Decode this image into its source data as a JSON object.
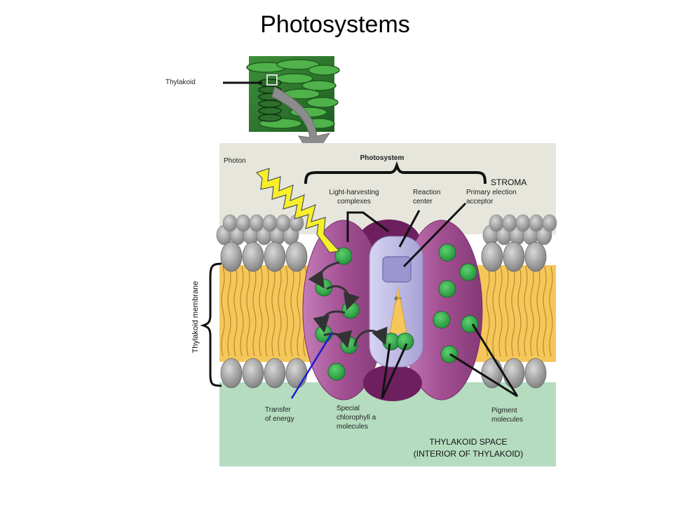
{
  "title": "Photosystems",
  "labels": {
    "thylakoid": "Thylakoid",
    "photon": "Photon",
    "photosystem": "Photosystem",
    "stroma": "STROMA",
    "light_harvesting_1": "Light-harvesting",
    "light_harvesting_2": "complexes",
    "reaction_center_1": "Reaction",
    "reaction_center_2": "center",
    "primary_acceptor_1": "Primary election",
    "primary_acceptor_2": "acceptor",
    "thylakoid_membrane": "Thylakoid membrane",
    "electron": "e−",
    "transfer_1": "Transfer",
    "transfer_2": "of energy",
    "special_1": "Special",
    "special_2": "chlorophyll a",
    "special_3": "molecules",
    "pigment_1": "Pigment",
    "pigment_2": "molecules",
    "space_1": "THYLAKOID SPACE",
    "space_2": "(INTERIOR  OF THYLAKOID)"
  },
  "colors": {
    "stroma_bg": "#e6e6dc",
    "thylakoid_space_bg": "#b5dcbf",
    "lipid_tail": "#f5c75a",
    "lipid_head": "#9a9a9a",
    "protein_purple": "#9e4d8c",
    "protein_dark": "#6e1f5e",
    "reaction_center": "#b9b4e0",
    "pigment_green": "#3cb454",
    "photon_yellow": "#f7ef2a",
    "energy_line": "#1a1ad0"
  }
}
